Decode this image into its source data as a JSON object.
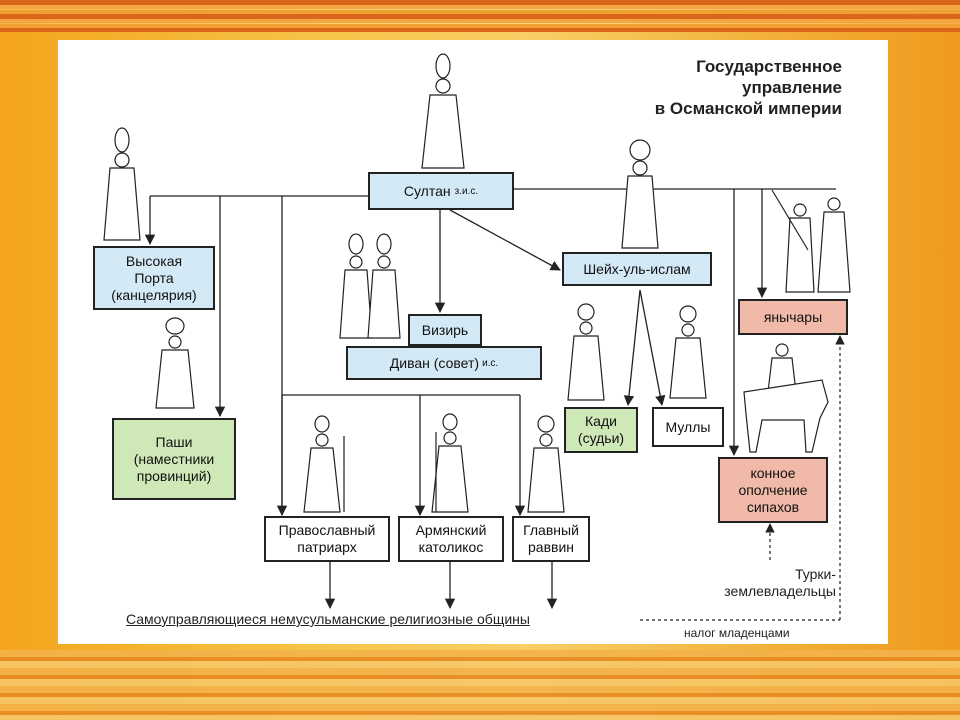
{
  "title": "Государственное\nуправление\nв Османской империи",
  "nodes": {
    "sultan": "Султан",
    "sultan_note": "з.и.с.",
    "porta": "Высокая\nПорта\n(канцелярия)",
    "pashas": "Паши\n(наместники\nпровинций)",
    "sheikh": "Шейх-уль-ислам",
    "vizier": "Визирь",
    "divan": "Диван (совет)",
    "divan_note": "и.с.",
    "janissaries": "янычары",
    "cavalry": "конное\nополчение\nсипахов",
    "qadi": "Кади\n(судьи)",
    "mullahs": "Муллы",
    "patriarch": "Православный\nпатриарх",
    "catholicos": "Армянский\nкатоликос",
    "rabbi": "Главный\nраввин"
  },
  "labels": {
    "communities": "Самоуправляющиеся немусульманские религиозные общины",
    "landowners": "Турки-\nземлевладельцы",
    "child_levy": "налог младенцами"
  },
  "colors": {
    "blue": "#d3e9f6",
    "green": "#cfe8b8",
    "pink": "#f0b9a8"
  }
}
